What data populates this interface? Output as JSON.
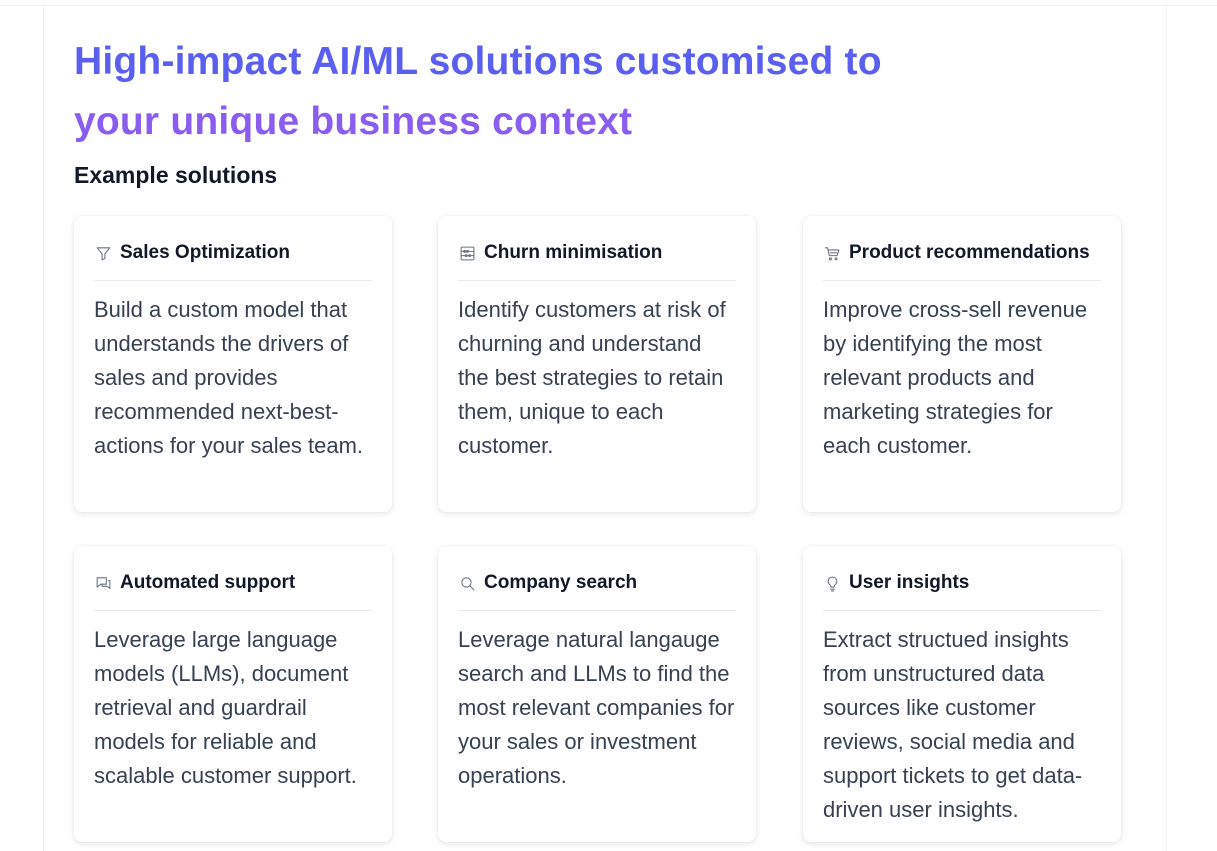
{
  "headline": {
    "line1": "High-impact AI/ML solutions customised to",
    "line2": "your unique business context"
  },
  "section_title": "Example solutions",
  "colors": {
    "headline_line1": "#5b5ff0",
    "headline_line2": "#8a5cf0",
    "icon": "#6b7280"
  },
  "cards": [
    {
      "icon": "filter-icon",
      "title": "Sales Optimization",
      "description": "Build a custom model that understands the drivers of sales and provides recommended next-best-actions for your sales team."
    },
    {
      "icon": "abacus-icon",
      "title": "Churn minimisation",
      "description": "Identify customers at risk of churning and understand the best strategies to retain them, unique to each customer."
    },
    {
      "icon": "cart-icon",
      "title": "Product recommendations",
      "description": "Improve cross-sell revenue by identifying the most relevant products and marketing strategies for each customer."
    },
    {
      "icon": "chat-icon",
      "title": "Automated support",
      "description": "Leverage large language models (LLMs), document retrieval and guardrail models for reliable and scalable customer support."
    },
    {
      "icon": "search-icon",
      "title": "Company search",
      "description": "Leverage natural langauge search and LLMs to find the most relevant companies for your sales or investment operations."
    },
    {
      "icon": "lightbulb-icon",
      "title": "User insights",
      "description": "Extract structued insights from unstructured data sources like customer reviews, social media and support tickets to get data-driven user insights."
    }
  ]
}
